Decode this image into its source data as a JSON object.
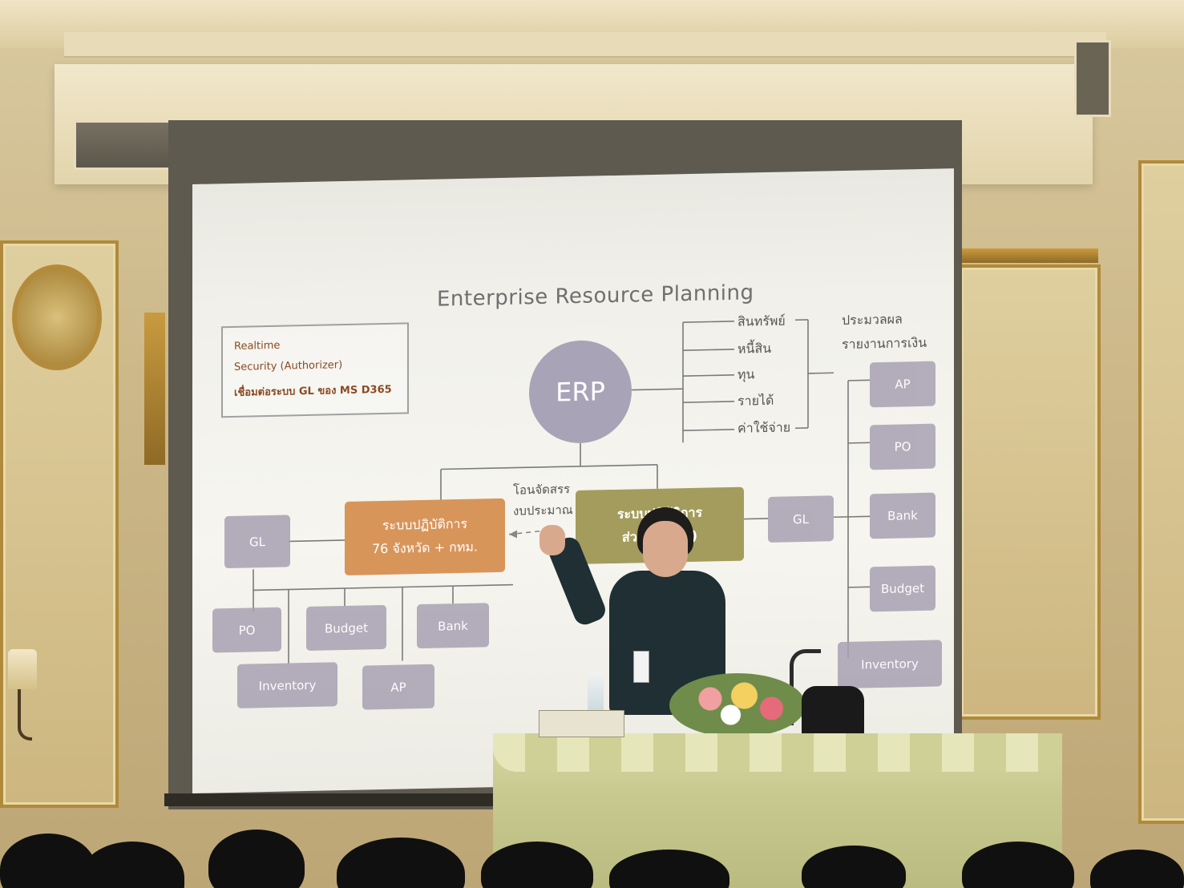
{
  "slide": {
    "title": "Enterprise Resource Planning",
    "notes": [
      "Realtime",
      "Security (Authorizer)",
      "เชื่อมต่อระบบ GL ของ MS D365"
    ],
    "center": "ERP",
    "accounts": [
      "สินทรัพย์",
      "หนี้สิน",
      "ทุน",
      "รายได้",
      "ค่าใช้จ่าย"
    ],
    "report_header": [
      "ประมวลผล",
      "รายงานการเงิน"
    ],
    "transfer_label": [
      "โอนจัดสรร",
      "งบประมาณ"
    ],
    "left_system": [
      "ระบบปฏิบัติการ",
      "76 จังหวัด + กทม."
    ],
    "right_system": [
      "ระบบปฏิบัติการ",
      "ส่วนก..(..ส.)"
    ],
    "left_modules": {
      "gl": "GL",
      "po": "PO",
      "budget": "Budget",
      "bank": "Bank",
      "inventory": "Inventory",
      "ap": "AP"
    },
    "right_modules": {
      "gl": "GL",
      "ap": "AP",
      "po": "PO",
      "bank": "Bank",
      "budget": "Budget",
      "inventory": "Inventory"
    }
  },
  "colors": {
    "module_box": "#a8a1b3",
    "left_system_box": "#d8955a",
    "right_system_box": "#a39c5d",
    "notes_text": "#8a4a22",
    "tablecloth": "#c7c98f"
  }
}
